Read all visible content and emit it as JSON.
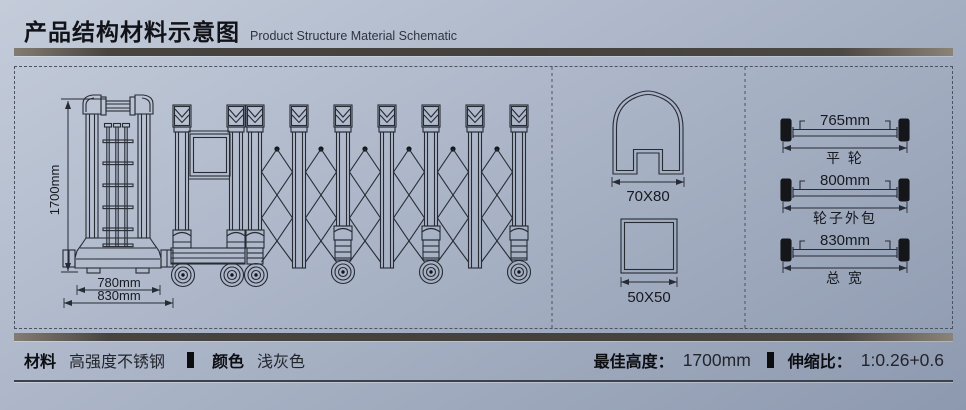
{
  "header": {
    "title_zh": "产品结构材料示意图",
    "title_en": "Product Structure Material Schematic"
  },
  "schematic": {
    "side_view": {
      "height": "1700mm",
      "base_inner_width": "780mm",
      "base_outer_width": "830mm"
    },
    "profiles": {
      "rail_section": "70X80",
      "brace_section": "50X50"
    },
    "width_specs": [
      {
        "value": "765mm",
        "label": "平 轮"
      },
      {
        "value": "800mm",
        "label": "轮子外包"
      },
      {
        "value": "830mm",
        "label": "总 宽"
      }
    ]
  },
  "footer": {
    "material_label": "材料",
    "material_value": "高强度不锈钢",
    "color_label": "颜色",
    "color_value": "浅灰色",
    "height_label": "最佳高度：",
    "height_value": "1700mm",
    "ratio_label": "伸缩比：",
    "ratio_value": "1:0.26+0.6"
  },
  "colors": {
    "background": "#aab4c7",
    "line": "#262b34",
    "bar": "#474440",
    "text": "#14161a"
  }
}
